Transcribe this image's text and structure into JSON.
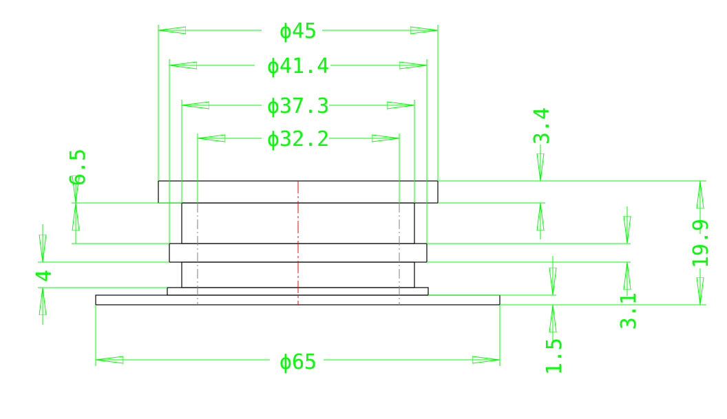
{
  "colors": {
    "background": "#ffffff",
    "outline": "#000000",
    "dimension": "#00ff00",
    "centerline": "#ff0000",
    "hidden": "#7f7f7f"
  },
  "labels": {
    "d45": "ϕ45",
    "d414": "ϕ41.4",
    "d373": "ϕ37.3",
    "d322": "ϕ32.2",
    "d65": "ϕ65",
    "h34": "3.4",
    "h65": "6.5",
    "h4": "4",
    "h199": "19.9",
    "h31": "3.1",
    "h15": "1.5"
  }
}
